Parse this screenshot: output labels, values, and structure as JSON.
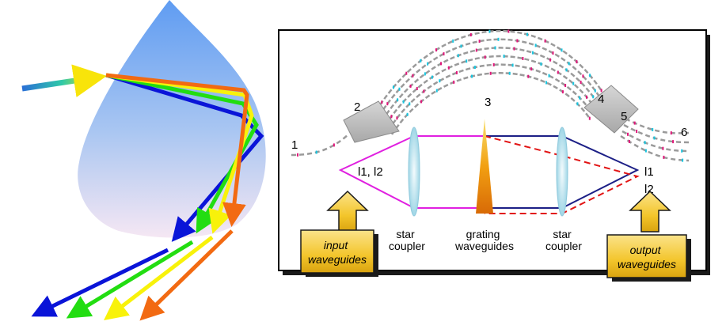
{
  "colors": {
    "drop_top": "#5f9cf2",
    "drop_bottom": "#f3e3f0",
    "ray_red": "#f26a12",
    "ray_yellow": "#f8f20a",
    "ray_green": "#22dd11",
    "ray_blue": "#0a14d8",
    "panel_border": "#000000",
    "magenta": "#e020e0",
    "navy": "#1c1f86",
    "dash_red": "#e21414",
    "callout_fill": "#f3c52b",
    "fiber_grey": "#9a9a9a",
    "dot_magenta": "#e0187a",
    "dot_cyan": "#18c6e0"
  },
  "labels": {
    "n1": "1",
    "n2": "2",
    "n3": "3",
    "n4": "4",
    "n5": "5",
    "n6": "6",
    "input_wavelengths": "l1, l2",
    "output_l1": "l1",
    "output_l2": "l2",
    "star_coupler_left": [
      "star",
      "coupler"
    ],
    "grating_waveguides": [
      "grating",
      "waveguides"
    ],
    "star_coupler_right": [
      "star",
      "coupler"
    ],
    "input_waveguides": [
      "input",
      "waveguides"
    ],
    "output_waveguides": [
      "output",
      "waveguides"
    ]
  }
}
